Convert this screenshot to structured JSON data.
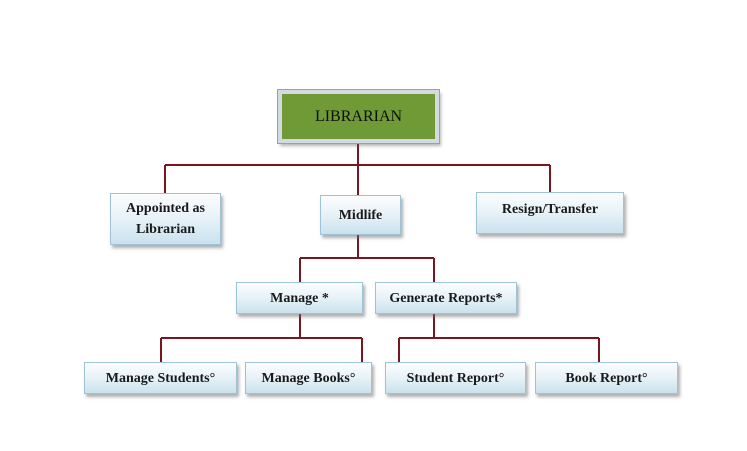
{
  "diagram": {
    "root": {
      "label": "LIBRARIAN"
    },
    "level1": [
      {
        "label": "Appointed as\nLibrarian"
      },
      {
        "label": "Midlife"
      },
      {
        "label": "Resign/Transfer"
      }
    ],
    "level2": [
      {
        "label": "Manage *"
      },
      {
        "label": "Generate Reports*"
      }
    ],
    "level3": [
      {
        "label": "Manage Students°"
      },
      {
        "label": "Manage Books°"
      },
      {
        "label": "Student Report°"
      },
      {
        "label": "Book Report°"
      }
    ],
    "colors": {
      "connector": "#7a1620",
      "root_fill": "#6f9a35",
      "node_fill": "#e4f0f6"
    }
  }
}
